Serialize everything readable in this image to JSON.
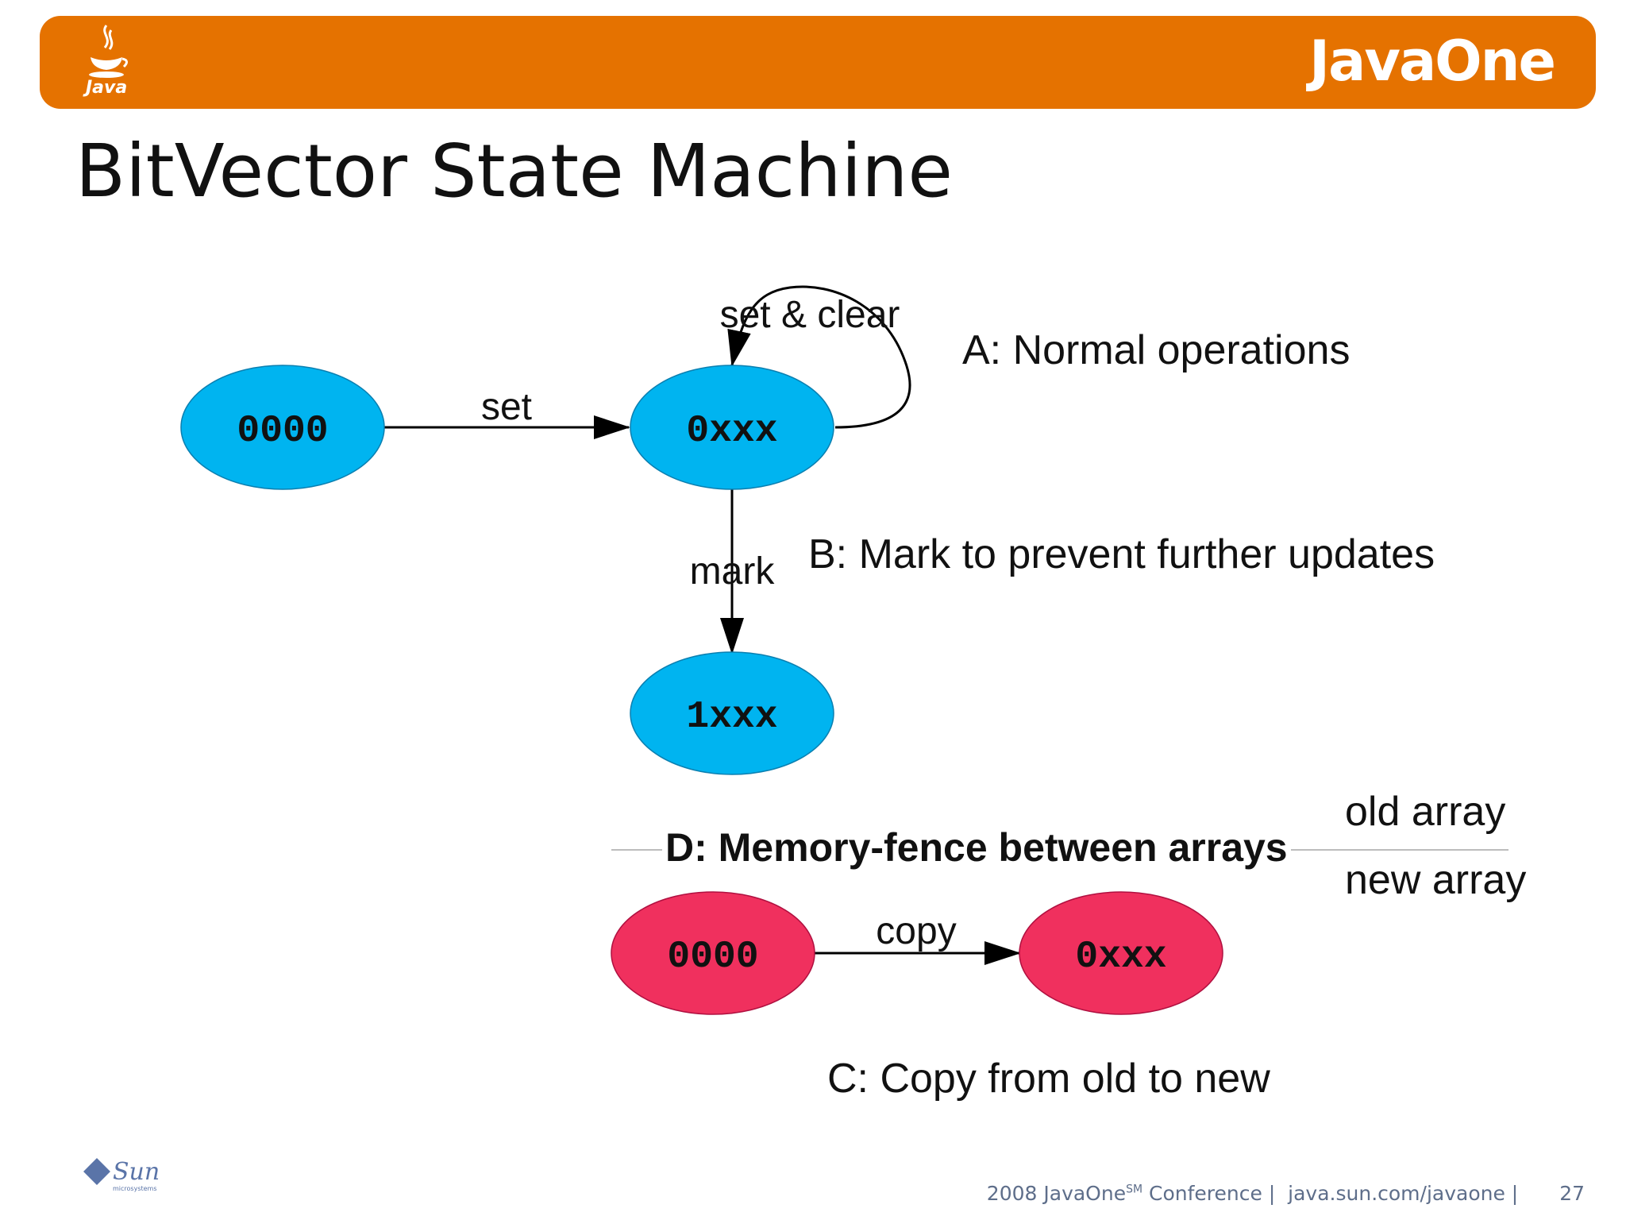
{
  "header": {
    "java_logo_text": "Java",
    "brand": "JavaOne",
    "accent_color": "#e57200"
  },
  "title": "BitVector State Machine",
  "diagram": {
    "nodes": [
      {
        "id": "n0000",
        "label": "0000",
        "color": "#00b4f0"
      },
      {
        "id": "n0xxx",
        "label": "0xxx",
        "color": "#00b4f0"
      },
      {
        "id": "n1xxx",
        "label": "1xxx",
        "color": "#00b4f0"
      },
      {
        "id": "old0000",
        "label": "0000",
        "color": "#f0305e"
      },
      {
        "id": "new0xxx",
        "label": "0xxx",
        "color": "#f0305e"
      }
    ],
    "edges": [
      {
        "from": "n0000",
        "to": "n0xxx",
        "label": "set"
      },
      {
        "from": "n0xxx",
        "to": "n0xxx",
        "label": "set & clear"
      },
      {
        "from": "n0xxx",
        "to": "n1xxx",
        "label": "mark"
      },
      {
        "from": "old0000",
        "to": "new0xxx",
        "label": "copy"
      }
    ],
    "annotations": {
      "a": "A: Normal operations",
      "b": "B: Mark to prevent further updates",
      "c": "C: Copy from old to new",
      "d": "D: Memory-fence between arrays",
      "old_array": "old array",
      "new_array": "new array"
    }
  },
  "footer": {
    "sun_logo_text": "Sun",
    "sun_logo_subtext": "microsystems",
    "conference_year": "2008",
    "conference_brand": "JavaOne",
    "conference_sup": "SM",
    "conference_suffix": "Conference |",
    "url": "java.sun.com/javaone |",
    "page": "27"
  }
}
